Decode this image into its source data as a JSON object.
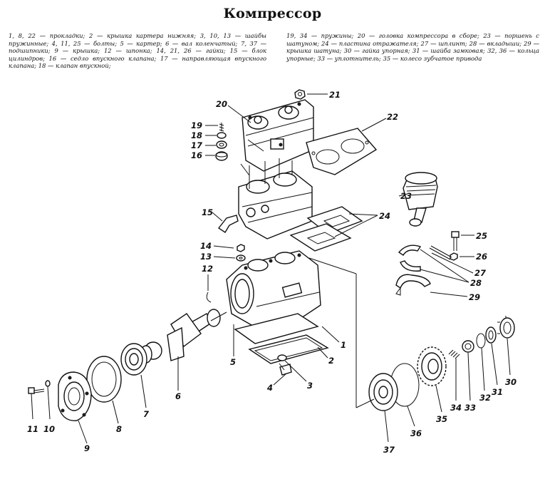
{
  "title": "Компрессор",
  "legend": {
    "left": "1, 8, 22 — прокладки; 2 — крышка картера нижняя; 3, 10, 13 — шайбы пружинные; 4, 11, 25 — болты; 5 — картер; 6 — вал коленчатый; 7, 37 — подшипники; 9 — крышка; 12 — шпонка; 14, 21, 26 — гайки; 15 — блок цилиндров; 16 — седло впускного клапана; 17 — направляющая впускного клапана; 18 — клапан впускной;",
    "right": "19, 34 — пружины; 20 — головка компрессора в сборе; 23 — поршень с шатуном; 24 — пластина отражателя; 27 — шплинт; 28 — вкладыши; 29 — крышка шатуна; 30 — гайка упорная; 31 — шайба замковая; 32, 36 — кольца упорные; 33 — уплотнитель; 35 — колесо зубчатое привода"
  },
  "callouts": {
    "n1": "1",
    "n2": "2",
    "n3": "3",
    "n4": "4",
    "n5": "5",
    "n6": "6",
    "n7": "7",
    "n8": "8",
    "n9": "9",
    "n10": "10",
    "n11": "11",
    "n12": "12",
    "n13": "13",
    "n14": "14",
    "n15": "15",
    "n16": "16",
    "n17": "17",
    "n18": "18",
    "n19": "19",
    "n20": "20",
    "n21": "21",
    "n22": "22",
    "n23": "23",
    "n24": "24",
    "n25": "25",
    "n26": "26",
    "n27": "27",
    "n28": "28",
    "n29": "29",
    "n30": "30",
    "n31": "31",
    "n32": "32",
    "n33": "33",
    "n34": "34",
    "n35": "35",
    "n36": "36",
    "n37": "37"
  }
}
